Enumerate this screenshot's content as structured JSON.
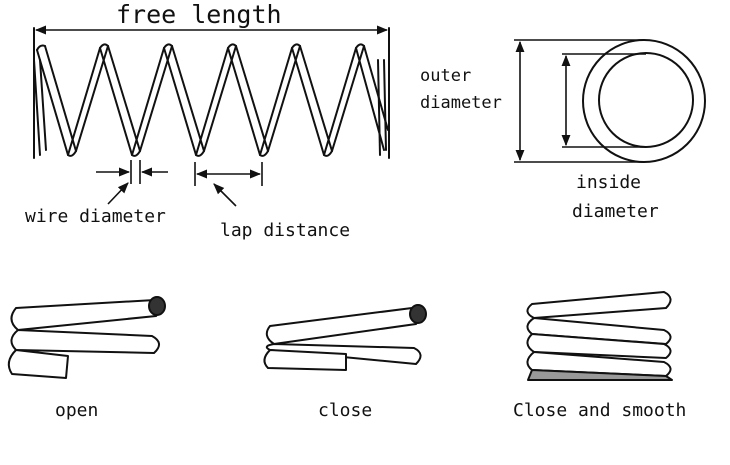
{
  "labels": {
    "free_length": "free length",
    "outer_diameter_line1": "outer",
    "outer_diameter_line2": "diameter",
    "inside_diameter_line1": "inside",
    "inside_diameter_line2": "diameter",
    "wire_diameter": "wire diameter",
    "lap_distance": "lap distance",
    "open": "open",
    "close": "close",
    "close_and_smooth": "Close and smooth"
  }
}
